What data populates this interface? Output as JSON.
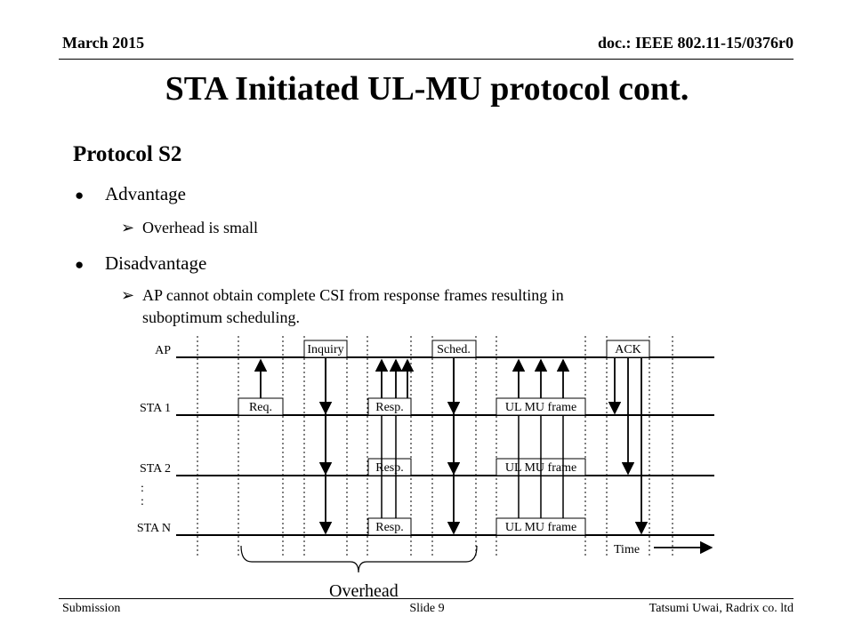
{
  "header": {
    "date": "March 2015",
    "doc_id": "doc.: IEEE 802.11-15/0376r0"
  },
  "slide": {
    "title": "STA Initiated UL-MU protocol cont.",
    "subtitle": "Protocol S2",
    "bullets": [
      {
        "label": "Advantage",
        "sub": [
          "Overhead is small"
        ]
      },
      {
        "label": "Disadvantage",
        "sub": [
          "AP cannot obtain complete CSI from response frames resulting in",
          "suboptimum scheduling."
        ]
      }
    ]
  },
  "diagram": {
    "rows": [
      "AP",
      "STA 1",
      "STA 2",
      "STA N"
    ],
    "dots": ":",
    "frames": {
      "inquiry": "Inquiry",
      "sched": "Sched.",
      "ack": "ACK",
      "req": "Req.",
      "resp": "Resp.",
      "ul_mu": "UL MU frame"
    },
    "time_label": "Time",
    "overhead_label": "Overhead"
  },
  "footer": {
    "left": "Submission",
    "center": "Slide 9",
    "right": "Tatsumi  Uwai, Radrix co. ltd"
  }
}
